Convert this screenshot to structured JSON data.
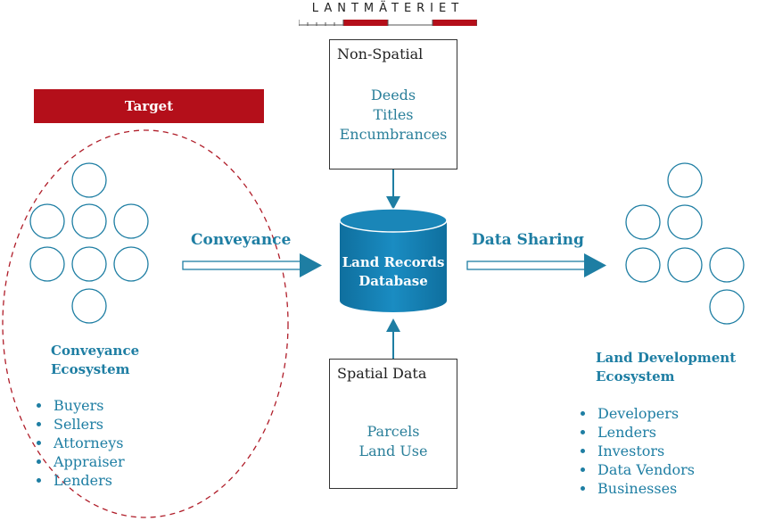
{
  "logo": {
    "text": "LANTMÄTERIET"
  },
  "target": {
    "label": "Target"
  },
  "non_spatial": {
    "title": "Non-Spatial",
    "items": [
      "Deeds",
      "Titles",
      "Encumbrances"
    ]
  },
  "spatial": {
    "title": "Spatial Data",
    "items": [
      "Parcels",
      "Land Use"
    ]
  },
  "database": {
    "line1": "Land Records",
    "line2": "Database"
  },
  "arrows": {
    "conveyance": "Conveyance",
    "data_sharing": "Data Sharing"
  },
  "conveyance_ecosystem": {
    "title_line1": "Conveyance",
    "title_line2": "Ecosystem",
    "items": [
      "Buyers",
      "Sellers",
      "Attorneys",
      "Appraiser",
      "Lenders"
    ]
  },
  "land_dev_ecosystem": {
    "title_line1": "Land Development",
    "title_line2": "Ecosystem",
    "items": [
      "Developers",
      "Lenders",
      "Investors",
      "Data Vendors",
      "Businesses"
    ]
  },
  "colors": {
    "accent": "#1e7ea3",
    "database_fill": "#1a86b8",
    "target_red": "#b40f1a",
    "dashed_ellipse": "#b01e2a"
  }
}
